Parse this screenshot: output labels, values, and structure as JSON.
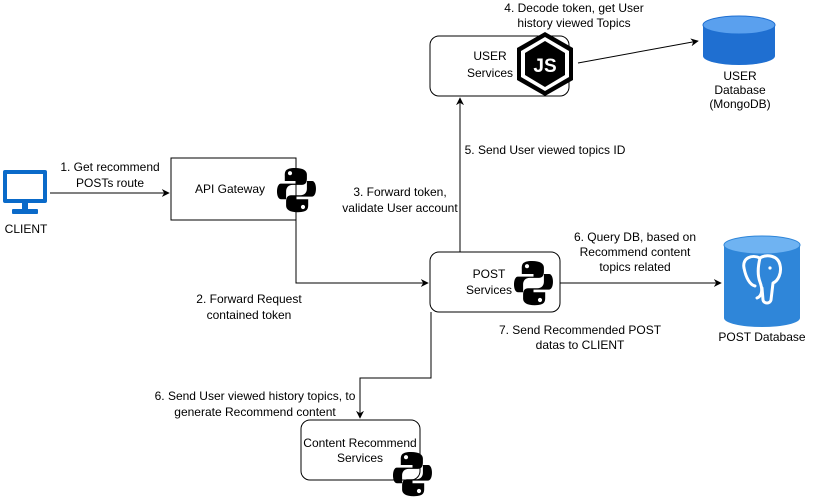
{
  "colors": {
    "client_blue": "#0a6ac9",
    "mongo_blue": "#1f6fd1",
    "postgres_blue": "#2f86d9",
    "python_black": "#000000",
    "node_black": "#000000"
  },
  "nodes": {
    "client": {
      "label": "CLIENT",
      "icon": "monitor-icon"
    },
    "api_gateway": {
      "label": "API Gateway",
      "icon": "python-icon"
    },
    "user_services": {
      "line1": "USER",
      "line2": "Services",
      "icon": "nodejs-icon"
    },
    "user_db": {
      "line1": "USER",
      "line2": "Database",
      "line3": "(MongoDB)",
      "icon": "database-cylinder-icon"
    },
    "post_services": {
      "line1": "POST",
      "line2": "Services",
      "icon": "python-icon"
    },
    "post_db": {
      "label": "POST Database",
      "icon": "postgresql-elephant-icon"
    },
    "content_recommend": {
      "line1": "Content Recommend",
      "line2": "Services",
      "icon": "python-icon"
    }
  },
  "edges": {
    "e1": {
      "line1": "1. Get recommend",
      "line2": "POSTs route"
    },
    "e2": {
      "line1": "2. Forward Request",
      "line2": "contained token"
    },
    "e3": {
      "line1": "3. Forward token,",
      "line2": "validate User account"
    },
    "e4": {
      "line1": "4. Decode token, get User",
      "line2": "history viewed Topics"
    },
    "e5": {
      "line1": "5. Send User viewed topics ID"
    },
    "e6a": {
      "line1": "6. Query DB, based on",
      "line2": "Recommend content",
      "line3": "topics related"
    },
    "e6b": {
      "line1": "6. Send User viewed history topics, to",
      "line2": "generate Recommend content"
    },
    "e7": {
      "line1": "7. Send Recommended POST",
      "line2": "datas to CLIENT"
    }
  }
}
